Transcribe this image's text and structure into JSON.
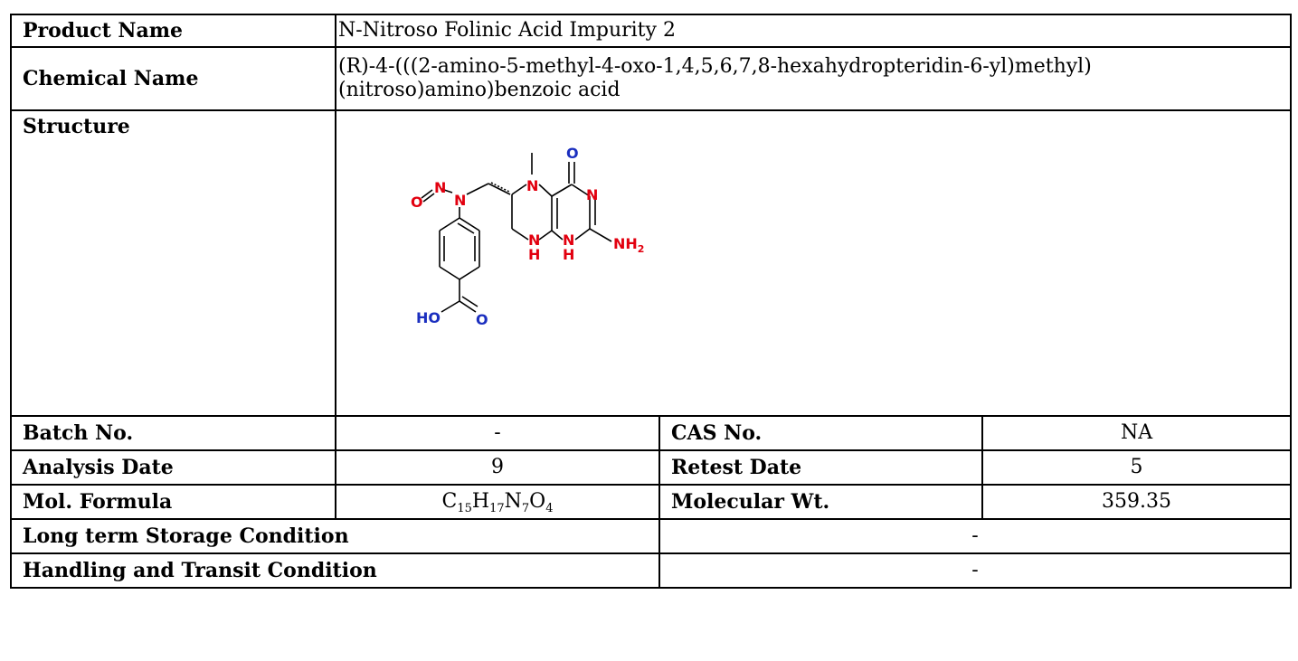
{
  "product_name": {
    "label": "Product Name",
    "value": "N-Nitroso Folinic Acid Impurity 2"
  },
  "chemical_name": {
    "label": "Chemical Name",
    "value": "(R)-4-(((2-amino-5-methyl-4-oxo-1,4,5,6,7,8-hexahydropteridin-6-yl)methyl)(nitroso)amino)benzoic acid"
  },
  "structure": {
    "label": "Structure",
    "atoms": {
      "o_nitroso": "O",
      "n_nitroso": "N",
      "n_amine": "N",
      "n5": "N",
      "o_keto": "O",
      "n3": "N",
      "nh2": "NH",
      "nh2_sub": "2",
      "nh8": "N",
      "h8": "H",
      "nh1": "N",
      "h1": "H",
      "ho": "HO",
      "o_acid": "O"
    }
  },
  "batch": {
    "label": "Batch No.",
    "value": "-"
  },
  "cas": {
    "label": "CAS No.",
    "value": "NA"
  },
  "analysis_date": {
    "label": "Analysis Date",
    "value": "9"
  },
  "retest_date": {
    "label": "Retest Date",
    "value": "5"
  },
  "mol_formula": {
    "label": "Mol. Formula",
    "c": "C",
    "c_n": "15",
    "h": "H",
    "h_n": "17",
    "n": "N",
    "n_n": "7",
    "o": "O",
    "o_n": "4"
  },
  "mol_weight": {
    "label": "Molecular Wt.",
    "value": "359.35"
  },
  "storage": {
    "label": "Long term Storage Condition",
    "value": "-"
  },
  "handling": {
    "label": "Handling and Transit Condition",
    "value": "-"
  },
  "colors": {
    "nitrogen_red": "#e2000f",
    "oxygen_blue": "#1b2fbf",
    "border": "#000000"
  }
}
